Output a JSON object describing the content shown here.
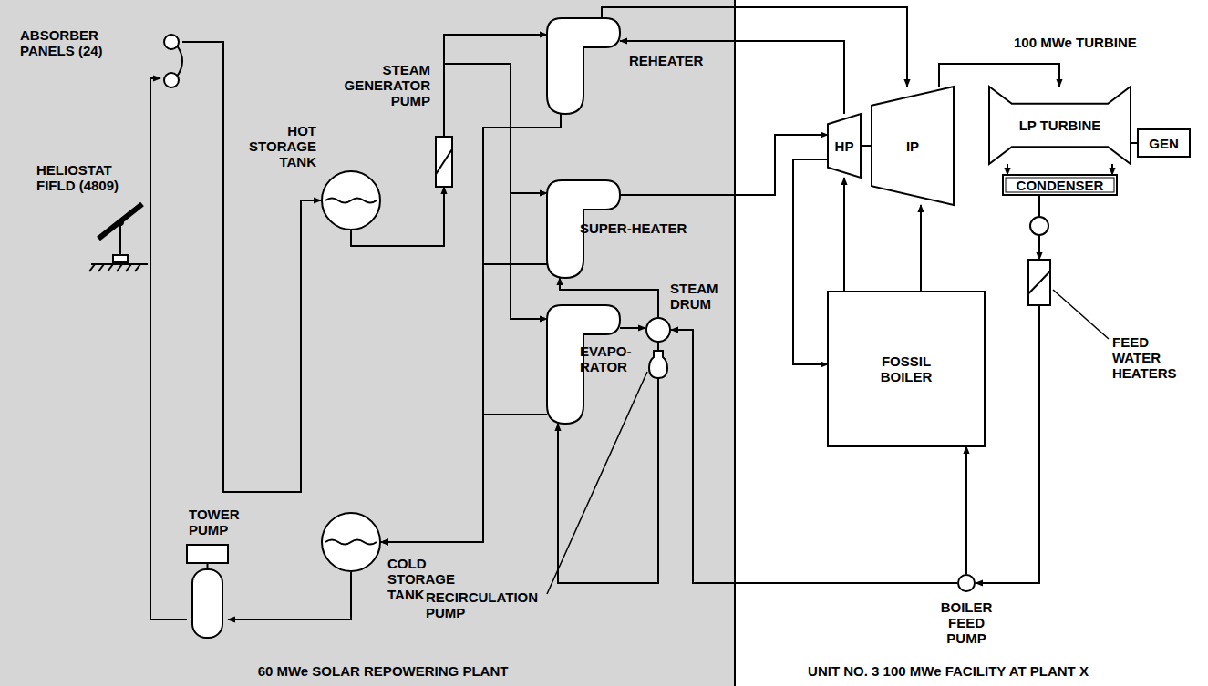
{
  "diagram": {
    "nodes": [
      {
        "text": [
          "ABSORBER PANELS (24)"
        ]
      },
      {
        "text": [
          "HOT STORAGE TANK"
        ]
      },
      {
        "text": [
          "STEAM GENERATOR PUMP"
        ]
      },
      {
        "text": [
          "REHEATER"
        ]
      },
      {
        "text": [
          "SUPER-HEATER"
        ]
      },
      {
        "text": [
          "STEAM DRUM"
        ]
      },
      {
        "text": [
          "EVAPO- RATOR"
        ]
      },
      {
        "text": [
          "RECIRCULATION PUMP"
        ]
      },
      {
        "text": [
          "COLD STORAGE TANK"
        ]
      },
      {
        "text": [
          "TOWER PUMP"
        ]
      },
      {
        "text": [
          "HP"
        ]
      },
      {
        "text": [
          "IP"
        ]
      },
      {
        "text": [
          "LP TURBINE"
        ]
      },
      {
        "text": [
          "GEN"
        ]
      },
      {
        "text": [
          "CONDENSER"
        ]
      },
      {
        "text": [
          "FOSSIL BOILER"
        ]
      },
      {
        "text": [
          "FEED WATER HEATERS"
        ]
      },
      {
        "text": [
          "BOILER FEED PUMP"
        ]
      }
    ],
    "edges": [
      {
        "from": 8,
        "to": 9,
        "arrow": "to"
      },
      {
        "from": 9,
        "to": 0,
        "arrow": "to"
      },
      {
        "from": 0,
        "to": 1,
        "arrow": "to"
      },
      {
        "from": 1,
        "to": 2,
        "arrow": "to"
      },
      {
        "from": 2,
        "to": 3,
        "arrow": "to"
      },
      {
        "from": 2,
        "to": 4,
        "arrow": "to"
      },
      {
        "from": 2,
        "to": 6,
        "arrow": "to"
      },
      {
        "from": 3,
        "to": 8,
        "arrow": "to"
      },
      {
        "from": 4,
        "to": 8,
        "arrow": "to"
      },
      {
        "from": 6,
        "to": 8,
        "arrow": "to"
      },
      {
        "from": 5,
        "to": 4,
        "arrow": "to"
      },
      {
        "from": 6,
        "to": 5,
        "arrow": "to"
      },
      {
        "from": 5,
        "to": 7,
        "arrow": "none"
      },
      {
        "from": 7,
        "to": 6,
        "arrow": "to"
      },
      {
        "from": 17,
        "to": 5,
        "arrow": "to"
      },
      {
        "from": 4,
        "to": 10,
        "arrow": "to"
      },
      {
        "from": 10,
        "to": 3,
        "arrow": "to"
      },
      {
        "from": 3,
        "to": 11,
        "arrow": "to"
      },
      {
        "from": 11,
        "to": 12,
        "arrow": "to"
      },
      {
        "from": 12,
        "to": 14,
        "arrow": "to"
      },
      {
        "from": 12,
        "to": 14,
        "arrow": "to"
      },
      {
        "from": 12,
        "to": 13,
        "arrow": "none"
      },
      {
        "from": 10,
        "to": 11,
        "arrow": "none"
      },
      {
        "from": 14,
        "to": 16,
        "arrow": "to"
      },
      {
        "from": 16,
        "to": 17,
        "arrow": "to"
      },
      {
        "from": 17,
        "to": 15,
        "arrow": "to"
      },
      {
        "from": 15,
        "to": 10,
        "arrow": "to"
      },
      {
        "from": 10,
        "to": 15,
        "arrow": "to"
      },
      {
        "from": 15,
        "to": 11,
        "arrow": "to"
      }
    ],
    "labels": [
      "HELIOSTAT FIFLD (4809)",
      "100 MWe TURBINE",
      "60 MWe SOLAR REPOWERING PLANT",
      "UNIT NO. 3 100 MWe FACILITY AT PLANT X"
    ]
  }
}
